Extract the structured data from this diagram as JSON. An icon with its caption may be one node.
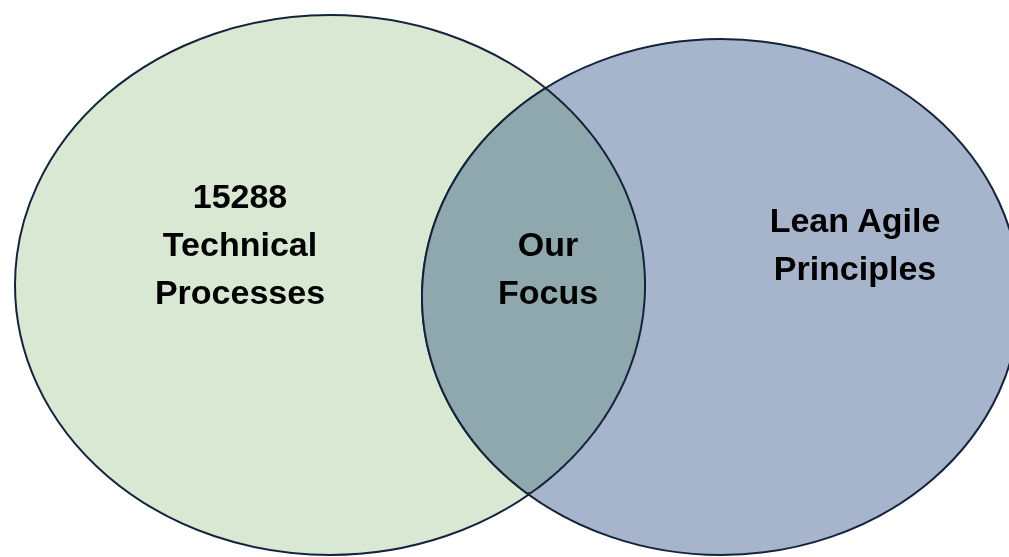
{
  "diagram": {
    "nodes": [
      {
        "text": [
          "15288 Technical Processes"
        ]
      },
      {
        "text": [
          "Lean Agile Principles"
        ]
      },
      {
        "text": [
          "Our Focus"
        ]
      }
    ]
  }
}
